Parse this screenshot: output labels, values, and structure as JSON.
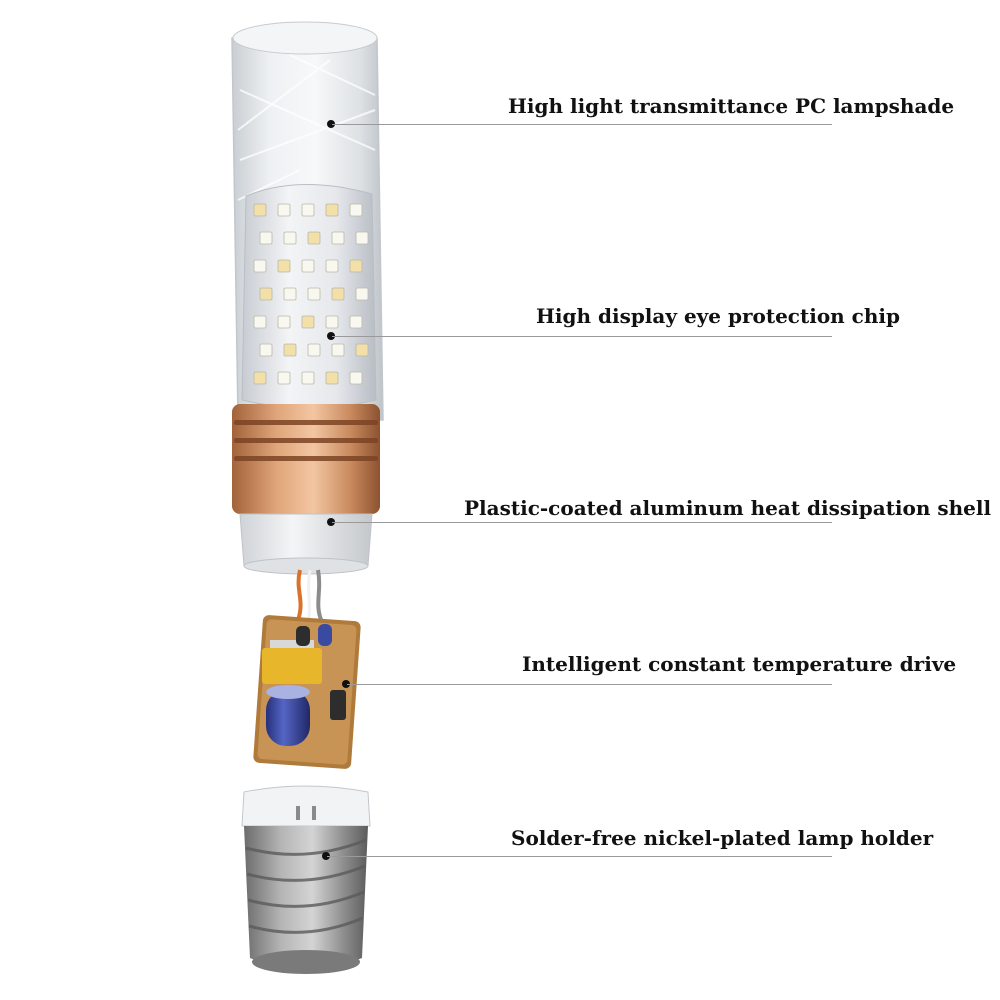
{
  "callouts": [
    {
      "id": "lampshade",
      "label": "High light transmittance PC lampshade"
    },
    {
      "id": "chip",
      "label": "High display eye protection chip"
    },
    {
      "id": "shell",
      "label": "Plastic-coated aluminum heat dissipation shell"
    },
    {
      "id": "drive",
      "label": "Intelligent constant temperature drive"
    },
    {
      "id": "holder",
      "label": "Solder-free nickel-plated lamp holder"
    }
  ],
  "colors": {
    "label_text": "#111111",
    "leader_line": "#9a9a9a",
    "copper": "#c98a5e",
    "pcb": "#b07a3a",
    "capacitor": "#3a4aa0",
    "transformer": "#e8b62a",
    "screw_base": "#8a8a8a"
  },
  "icons": [
    "lampshade-illustration",
    "led-chip-array-illustration",
    "heat-sink-illustration",
    "driver-board-illustration",
    "screw-base-illustration"
  ]
}
